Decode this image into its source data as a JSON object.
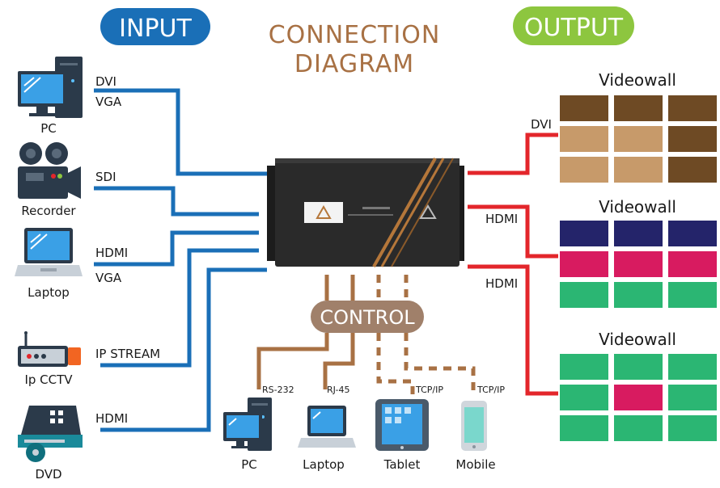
{
  "title": {
    "line1": "CONNECTION",
    "line2": "DIAGRAM"
  },
  "input": {
    "label": "INPUT",
    "color": "#1a6fb7",
    "devices": [
      {
        "name": "PC",
        "icon": "pc-icon",
        "ports": [
          "DVI",
          "VGA"
        ]
      },
      {
        "name": "Recorder",
        "icon": "camera-icon",
        "ports": [
          "SDI"
        ]
      },
      {
        "name": "Laptop",
        "icon": "laptop-icon",
        "ports": [
          "HDMI",
          "VGA"
        ]
      },
      {
        "name": "Ip CCTV",
        "icon": "ip-camera-icon",
        "ports": [
          "IP STREAM"
        ]
      },
      {
        "name": "DVD",
        "icon": "dvd-player-icon",
        "ports": [
          "HDMI"
        ]
      }
    ]
  },
  "output": {
    "label": "OUTPUT",
    "color": "#8dc63f",
    "walls": [
      {
        "title": "Videowall",
        "port": "DVI",
        "colors": [
          [
            "#6e4a24",
            "#6e4a24",
            "#6e4a24"
          ],
          [
            "#c79a6a",
            "#c79a6a",
            "#6e4a24"
          ],
          [
            "#c79a6a",
            "#c79a6a",
            "#6e4a24"
          ]
        ]
      },
      {
        "title": "Videowall",
        "port": "HDMI",
        "colors": [
          [
            "#24246a",
            "#24246a",
            "#24246a"
          ],
          [
            "#d81b60",
            "#d81b60",
            "#d81b60"
          ],
          [
            "#2bb673",
            "#2bb673",
            "#2bb673"
          ]
        ]
      },
      {
        "title": "Videowall",
        "port": "HDMI",
        "colors": [
          [
            "#2bb673",
            "#2bb673",
            "#2bb673"
          ],
          [
            "#2bb673",
            "#d81b60",
            "#2bb673"
          ],
          [
            "#2bb673",
            "#2bb673",
            "#2bb673"
          ]
        ]
      }
    ]
  },
  "control": {
    "label": "CONTROL",
    "color": "#a0806a",
    "devices": [
      {
        "name": "PC",
        "icon": "pc-icon",
        "protocol": "RS-232"
      },
      {
        "name": "Laptop",
        "icon": "laptop-icon",
        "protocol": "RJ-45"
      },
      {
        "name": "Tablet",
        "icon": "tablet-icon",
        "protocol": "TCP/IP"
      },
      {
        "name": "Mobile",
        "icon": "mobile-icon",
        "protocol": "TCP/IP"
      }
    ]
  },
  "colors": {
    "input_line": "#1a6fb7",
    "output_line": "#e3262b",
    "control_line": "#a87144",
    "device_body": "#2a2a2a",
    "device_stripe": "#b5773a"
  }
}
